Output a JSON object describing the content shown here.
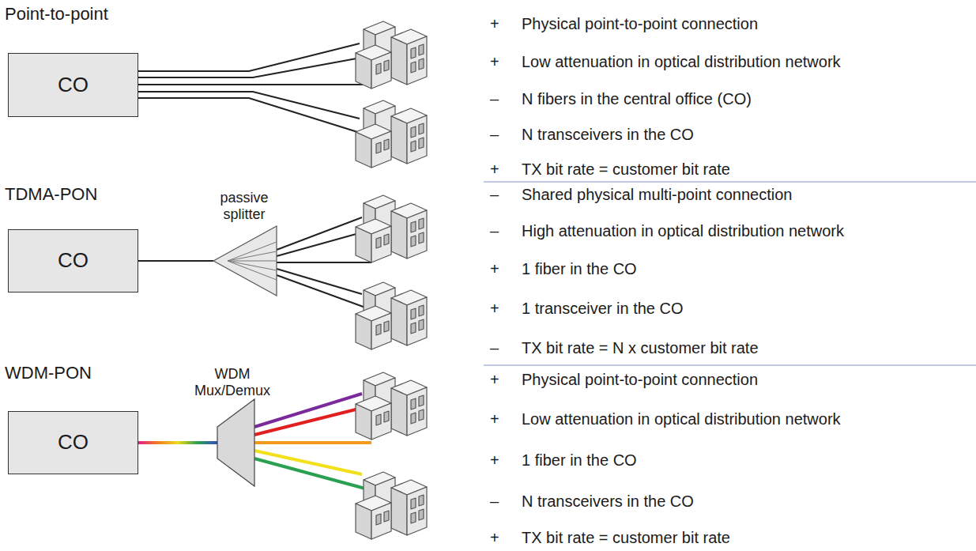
{
  "diagram": {
    "nodes": [
      {
        "text": [
          "CO"
        ]
      },
      {
        "text": [
          "CO"
        ]
      },
      {
        "text": [
          "passive splitter"
        ]
      },
      {
        "text": [
          "CO"
        ]
      },
      {
        "text": [
          "WDM Mux/Demux"
        ]
      }
    ],
    "edges": [
      {
        "from": 1,
        "to": 2,
        "arrow": "none"
      },
      {
        "from": 3,
        "to": 4,
        "arrow": "none"
      }
    ],
    "labels": [
      "Point-to-point",
      "+",
      "Physical point-to-point connection",
      "+",
      "Low attenuation in optical distribution network",
      "–",
      "N fibers in the central office (CO)",
      "–",
      "N transceivers in the CO",
      "+",
      "TX bit rate = customer bit rate",
      "TDMA-PON",
      "–",
      "Shared physical multi-point connection",
      "–",
      "High attenuation in optical distribution network",
      "+",
      "1 fiber in the CO",
      "+",
      "1 transceiver in the CO",
      "–",
      "TX bit rate = N x customer bit rate",
      "WDM-PON",
      "+",
      "Physical point-to-point connection",
      "+",
      "Low attenuation in optical distribution network",
      "+",
      "1 fiber in the CO",
      "–",
      "N transceivers in the CO",
      "+",
      "TX bit rate = customer bit rate"
    ]
  }
}
